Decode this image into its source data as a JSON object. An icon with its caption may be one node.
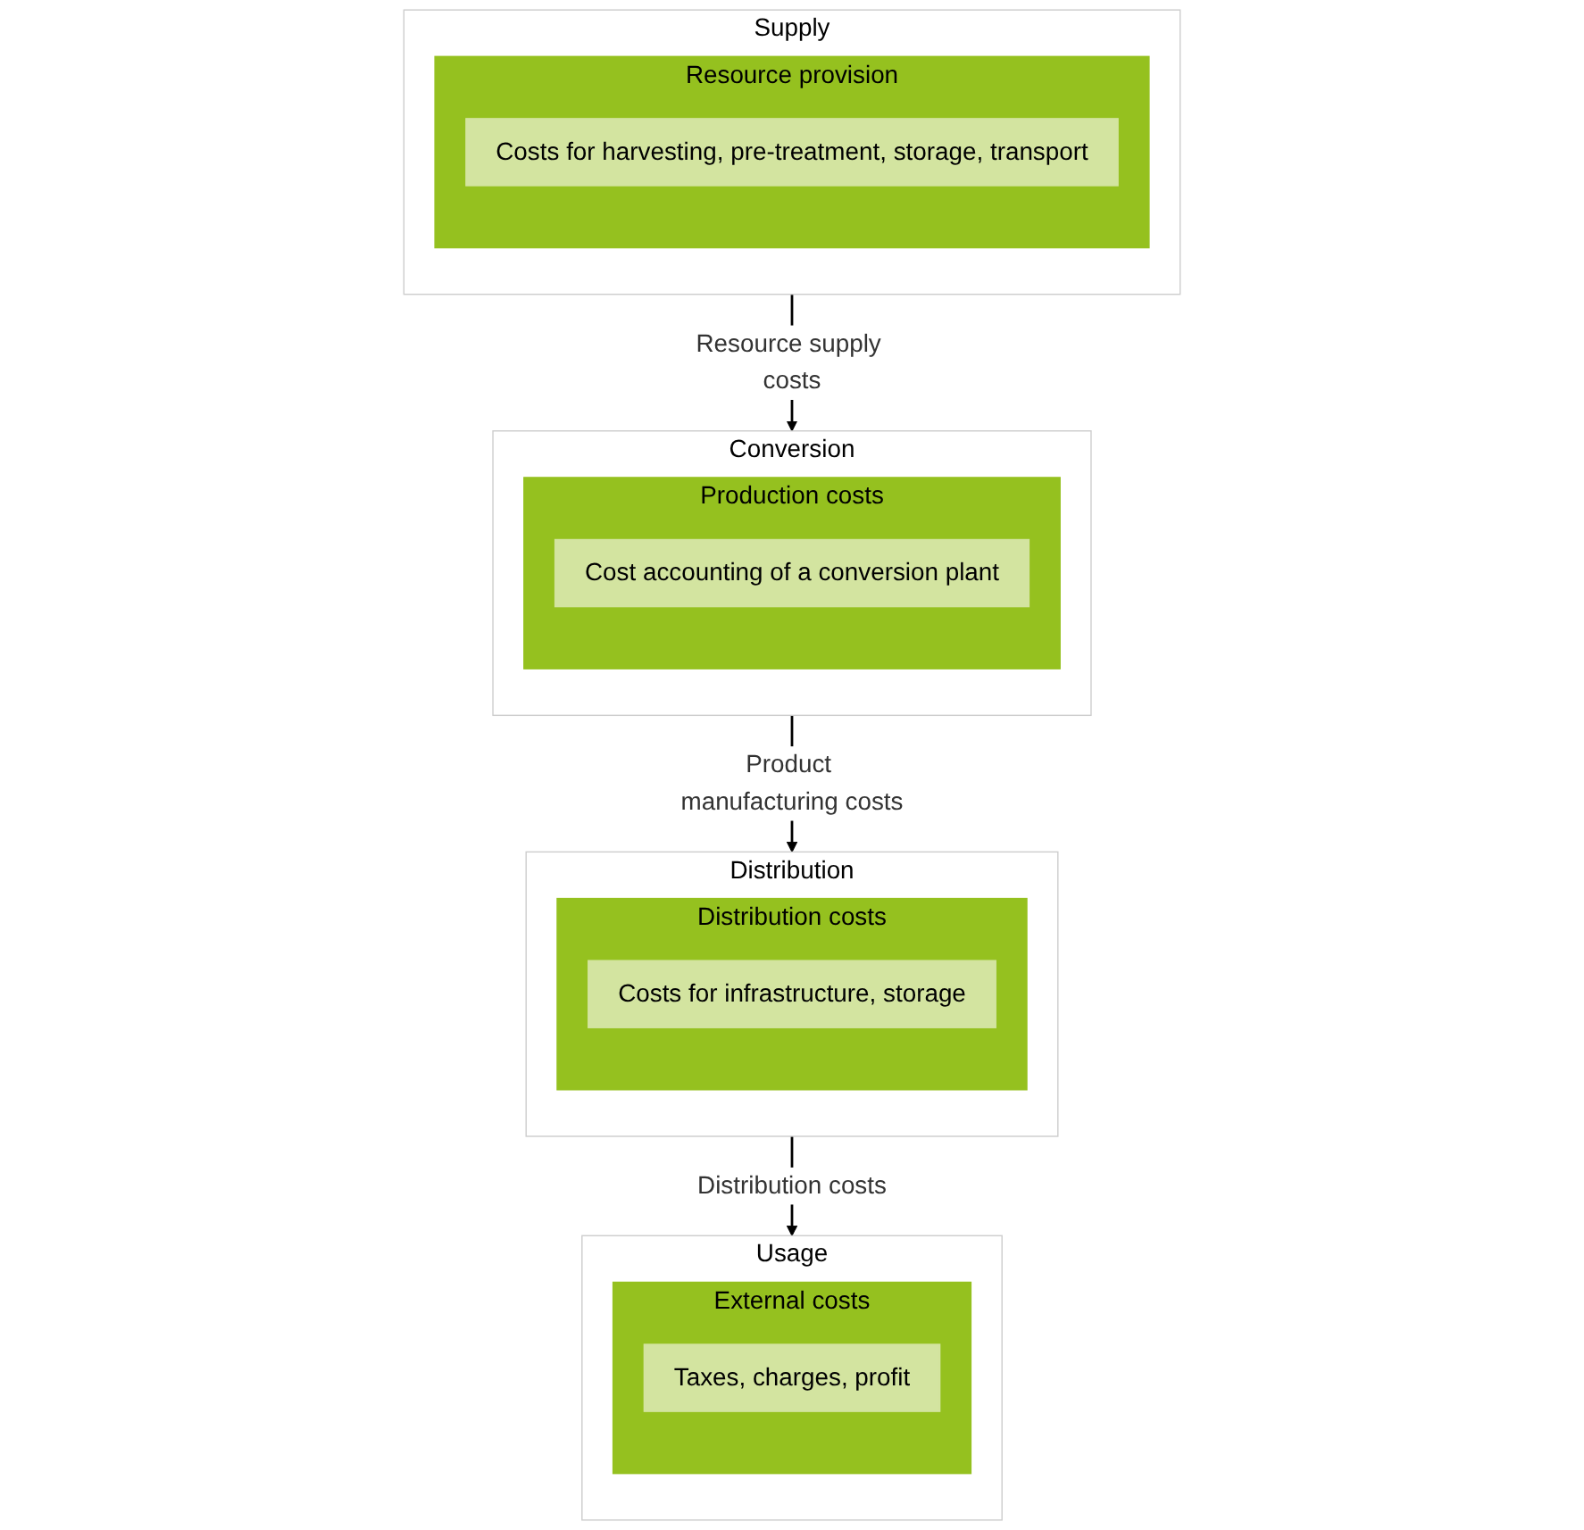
{
  "diagram": {
    "nodes": [
      {
        "text": [
          "Supply"
        ]
      },
      {
        "text": [
          "Resource provision"
        ],
        "in": 0
      },
      {
        "text": [
          "Costs for harvesting, pre-treatment, storage, transport"
        ],
        "in": 1
      },
      {
        "text": [
          "Conversion"
        ]
      },
      {
        "text": [
          "Production costs"
        ],
        "in": 3
      },
      {
        "text": [
          "Cost accounting of a conversion plant"
        ],
        "in": 4
      },
      {
        "text": [
          "Distribution"
        ]
      },
      {
        "text": [
          "Distribution costs"
        ],
        "in": 6
      },
      {
        "text": [
          "Costs for infrastructure, storage"
        ],
        "in": 7
      },
      {
        "text": [
          "Usage"
        ]
      },
      {
        "text": [
          "External costs"
        ],
        "in": 9
      },
      {
        "text": [
          "Taxes, charges, profit"
        ],
        "in": 10
      }
    ],
    "edges": [
      {
        "from": 0,
        "to": 3,
        "arrow": "to",
        "label": "Resource supply costs"
      },
      {
        "from": 3,
        "to": 6,
        "arrow": "to",
        "label": "Product manufacturing costs"
      },
      {
        "from": 6,
        "to": 9,
        "arrow": "to",
        "label": "Distribution costs"
      }
    ]
  }
}
